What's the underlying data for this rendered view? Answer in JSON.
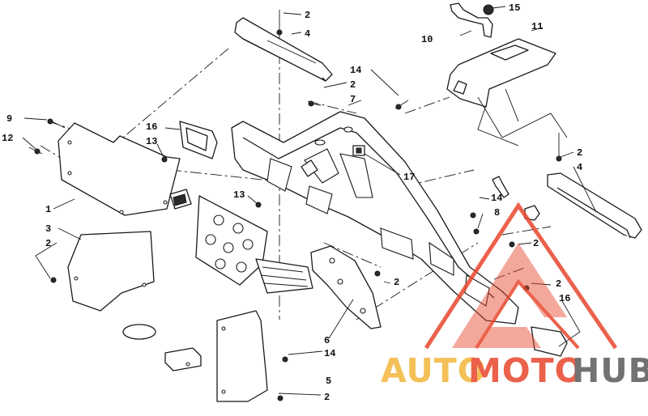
{
  "diagram": {
    "callouts": [
      {
        "id": "c-2-top",
        "label": "2"
      },
      {
        "id": "c-4-top",
        "label": "4"
      },
      {
        "id": "c-15",
        "label": "15"
      },
      {
        "id": "c-10",
        "label": "10"
      },
      {
        "id": "c-11",
        "label": "11"
      },
      {
        "id": "c-14-top",
        "label": "14"
      },
      {
        "id": "c-2-b",
        "label": "2"
      },
      {
        "id": "c-7",
        "label": "7"
      },
      {
        "id": "c-9",
        "label": "9"
      },
      {
        "id": "c-12",
        "label": "12"
      },
      {
        "id": "c-16-left",
        "label": "16"
      },
      {
        "id": "c-13-a",
        "label": "13"
      },
      {
        "id": "c-13-b",
        "label": "13"
      },
      {
        "id": "c-17",
        "label": "17"
      },
      {
        "id": "c-2-right",
        "label": "2"
      },
      {
        "id": "c-4-right",
        "label": "4"
      },
      {
        "id": "c-1",
        "label": "1"
      },
      {
        "id": "c-14-mid",
        "label": "14"
      },
      {
        "id": "c-8",
        "label": "8"
      },
      {
        "id": "c-3",
        "label": "3"
      },
      {
        "id": "c-2-c",
        "label": "2"
      },
      {
        "id": "c-2-d",
        "label": "2"
      },
      {
        "id": "c-2-left",
        "label": "2"
      },
      {
        "id": "c-2-e",
        "label": "2"
      },
      {
        "id": "c-6",
        "label": "6"
      },
      {
        "id": "c-16-right",
        "label": "16"
      },
      {
        "id": "c-14-bottom",
        "label": "14"
      },
      {
        "id": "c-5",
        "label": "5"
      },
      {
        "id": "c-2-bottom",
        "label": "2"
      }
    ]
  },
  "watermark": {
    "brand_part1": "AUTO",
    "brand_part2": "MOTO",
    "brand_part3": "HUB",
    "colors": {
      "auto": "#f3b63c",
      "moto": "#e8462c",
      "hub": "#5a5a5a",
      "triangle": "#e8462c"
    }
  }
}
